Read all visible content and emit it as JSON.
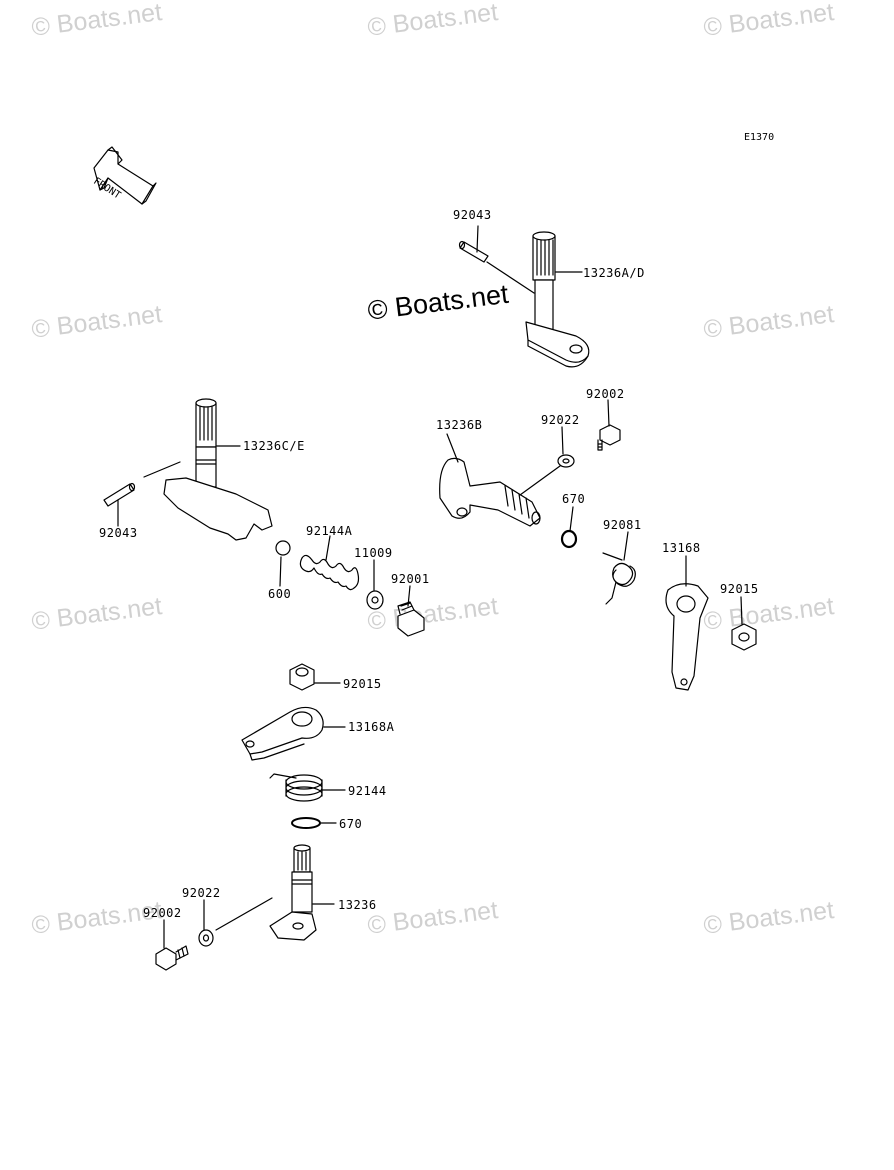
{
  "diagram_code": "E1370",
  "front_label": "FRONT",
  "watermark": {
    "symbol": "©",
    "text": "Boats.net"
  },
  "center_watermark": "© Boats.net",
  "parts": {
    "p92043_top": "92043",
    "p13236AD": "13236A/D",
    "p92002_top": "92002",
    "p92022_top": "92022",
    "p13236B": "13236B",
    "p13236CE": "13236C/E",
    "p92043_left": "92043",
    "p92144A": "92144A",
    "p11009": "11009",
    "p600": "600",
    "p92001": "92001",
    "p670_right": "670",
    "p92081": "92081",
    "p13168": "13168",
    "p92015_right": "92015",
    "p92015_mid": "92015",
    "p13168A": "13168A",
    "p92144": "92144",
    "p670_mid": "670",
    "p13236": "13236",
    "p92022_bottom": "92022",
    "p92002_bottom": "92002"
  },
  "colors": {
    "line": "#000000",
    "watermark": "#d0d0d0",
    "background": "#ffffff"
  }
}
